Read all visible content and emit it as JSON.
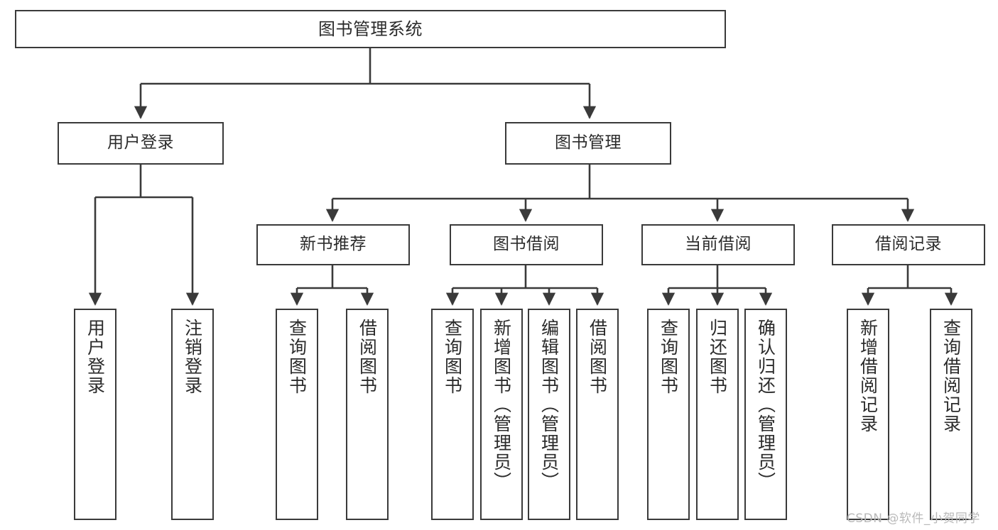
{
  "diagram": {
    "title": "图书管理系统",
    "type": "tree-hierarchy-diagram",
    "orientation": "top-down",
    "colors": {
      "box_border": "#3a3a3a",
      "box_fill": "#ffffff",
      "connector": "#3a3a3a",
      "text": "#2b2b2b",
      "watermark": "#b9b9b9",
      "background": "#ffffff"
    }
  },
  "root": {
    "label": "图书管理系统"
  },
  "level2": [
    {
      "label": "用户登录"
    },
    {
      "label": "图书管理"
    }
  ],
  "level3": [
    {
      "label": "新书推荐"
    },
    {
      "label": "图书借阅"
    },
    {
      "label": "当前借阅"
    },
    {
      "label": "借阅记录"
    }
  ],
  "leaves": {
    "user_login": [
      {
        "label": "用户登录"
      },
      {
        "label": "注销登录"
      }
    ],
    "new_book_recommend": [
      {
        "label": "查询图书"
      },
      {
        "label": "借阅图书"
      }
    ],
    "book_borrow": [
      {
        "label": "查询图书"
      },
      {
        "label": "新增图书（管理员）"
      },
      {
        "label": "编辑图书（管理员）"
      },
      {
        "label": "借阅图书"
      }
    ],
    "current_borrow": [
      {
        "label": "查询图书"
      },
      {
        "label": "归还图书"
      },
      {
        "label": "确认归还（管理员）"
      }
    ],
    "borrow_record": [
      {
        "label": "新增借阅记录"
      },
      {
        "label": "查询借阅记录"
      }
    ]
  },
  "watermark": {
    "text": "CSDN @软件_小贺同学"
  }
}
